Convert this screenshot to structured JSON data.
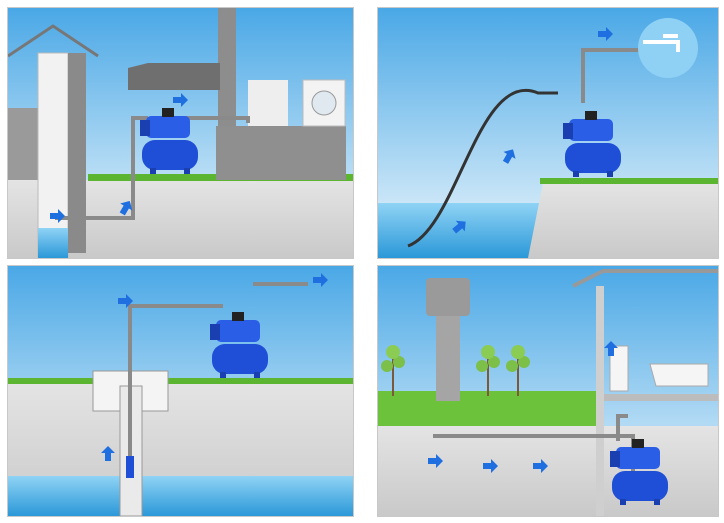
{
  "colors": {
    "sky_top": "#4aa8e6",
    "sky_bottom": "#e6f3fb",
    "ground": "#d8d8d8",
    "grass": "#5cb531",
    "pump": "#1f4fd6",
    "pipe": "#8a8a8a",
    "water": "#3aa6e0",
    "arrow": "#1f6fe0"
  },
  "panels": [
    {
      "name": "well-house-scheme",
      "icons": [
        "well-icon",
        "house-icon",
        "pump-icon",
        "sink-icon",
        "washing-machine-icon"
      ]
    },
    {
      "name": "pond-intake-scheme",
      "icons": [
        "pond-icon",
        "pump-icon",
        "faucet-icon"
      ]
    },
    {
      "name": "borehole-scheme",
      "icons": [
        "borehole-icon",
        "pump-icon"
      ]
    },
    {
      "name": "water-tower-scheme",
      "icons": [
        "water-tower-icon",
        "tree-icon",
        "pump-icon",
        "sink-icon",
        "bathtub-icon"
      ]
    }
  ]
}
